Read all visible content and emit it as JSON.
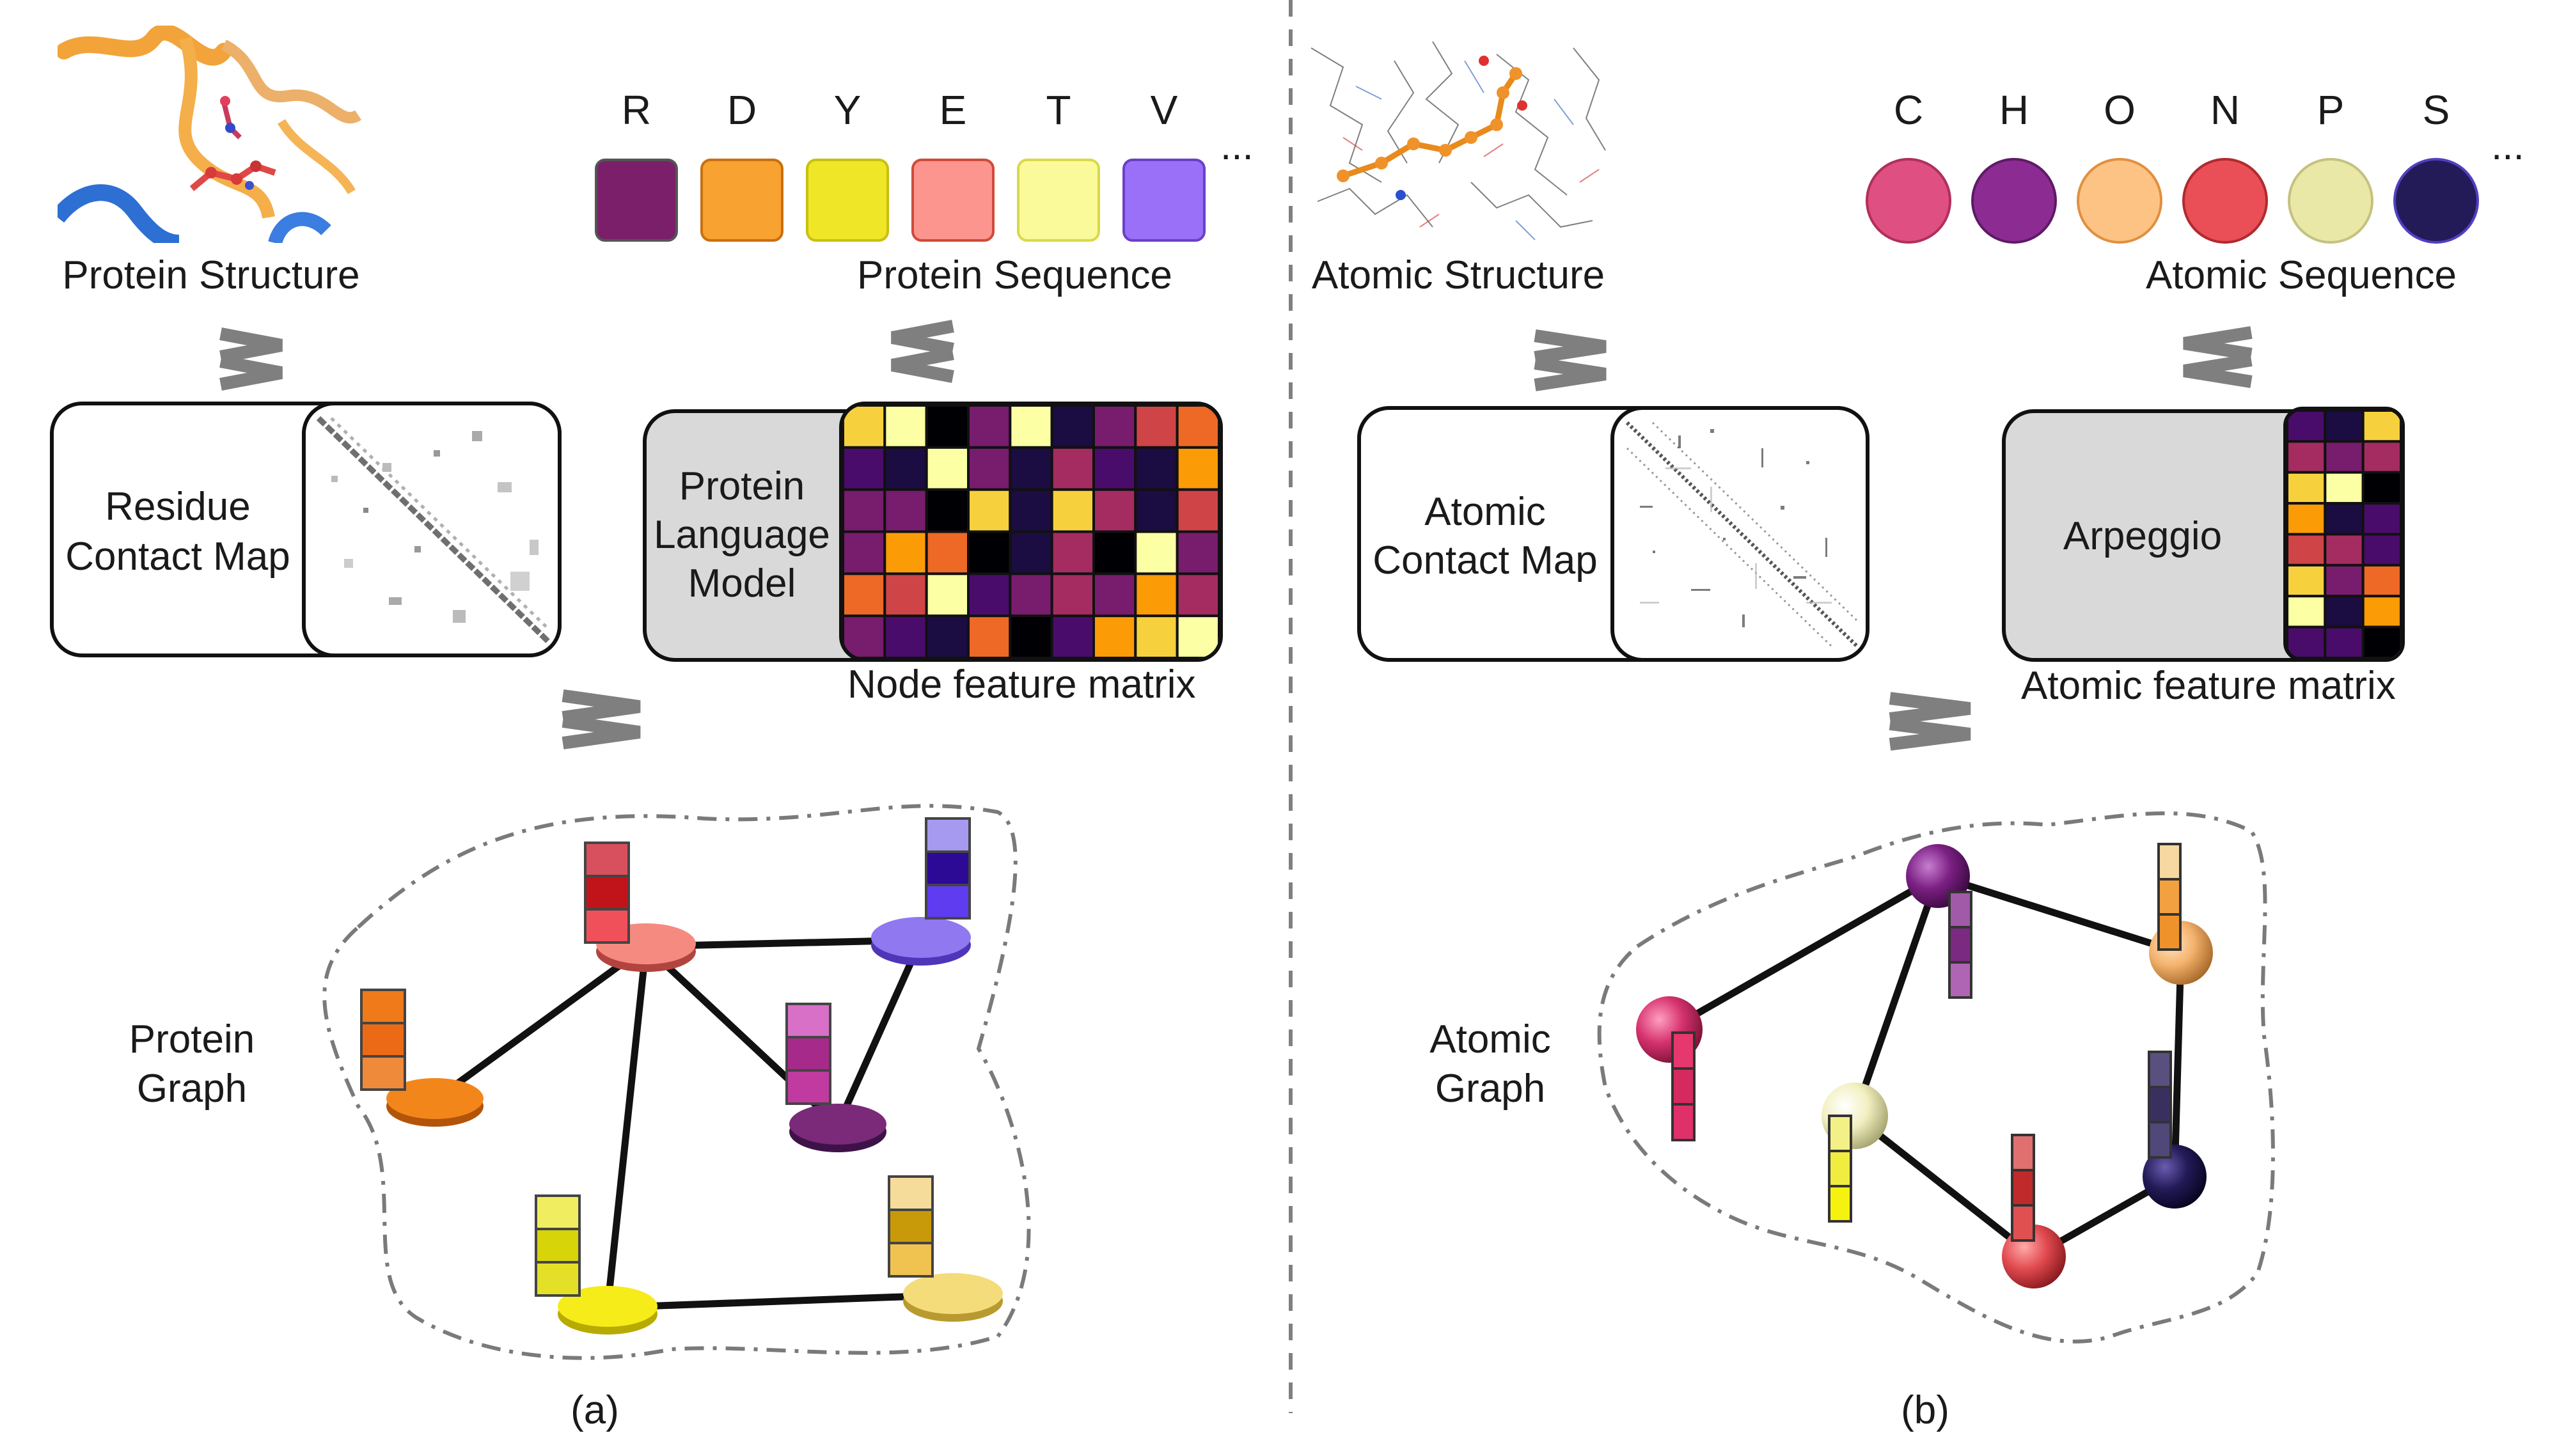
{
  "left_panel": {
    "structure_label": "Protein Structure",
    "sequence_label": "Protein Sequence",
    "sequence": [
      {
        "letter": "R",
        "color": "#7b1f6a"
      },
      {
        "letter": "D",
        "color": "#f8a231"
      },
      {
        "letter": "Y",
        "color": "#efe628"
      },
      {
        "letter": "E",
        "color": "#fb958e"
      },
      {
        "letter": "T",
        "color": "#fafa9a"
      },
      {
        "letter": "V",
        "color": "#9b70f8"
      }
    ],
    "ellipsis": "...",
    "contact_map_label_line1": "Residue",
    "contact_map_label_line2": "Contact Map",
    "plm_label_line1": "Protein",
    "plm_label_line2": "Language",
    "plm_label_line3": "Model",
    "node_feature_label": "Node feature matrix",
    "graph_label_line1": "Protein",
    "graph_label_line2": "Graph",
    "caption": "(a)"
  },
  "right_panel": {
    "structure_label": "Atomic Structure",
    "sequence_label": "Atomic Sequence",
    "sequence": [
      {
        "letter": "C",
        "color": "#df4f82"
      },
      {
        "letter": "H",
        "color": "#8c2c93"
      },
      {
        "letter": "O",
        "color": "#fcc384"
      },
      {
        "letter": "N",
        "color": "#ea4e56"
      },
      {
        "letter": "P",
        "color": "#e9e8a7"
      },
      {
        "letter": "S",
        "color": "#231b58"
      }
    ],
    "ellipsis": "...",
    "contact_map_label_line1": "Atomic",
    "contact_map_label_line2": "Contact Map",
    "arpeggio_label": "Arpeggio",
    "feature_label": "Atomic feature matrix",
    "graph_label_line1": "Atomic",
    "graph_label_line2": "Graph",
    "caption": "(b)"
  },
  "colors": {
    "arrow": "#7f7f7f",
    "edge": "#111111",
    "divider": "#808080"
  }
}
